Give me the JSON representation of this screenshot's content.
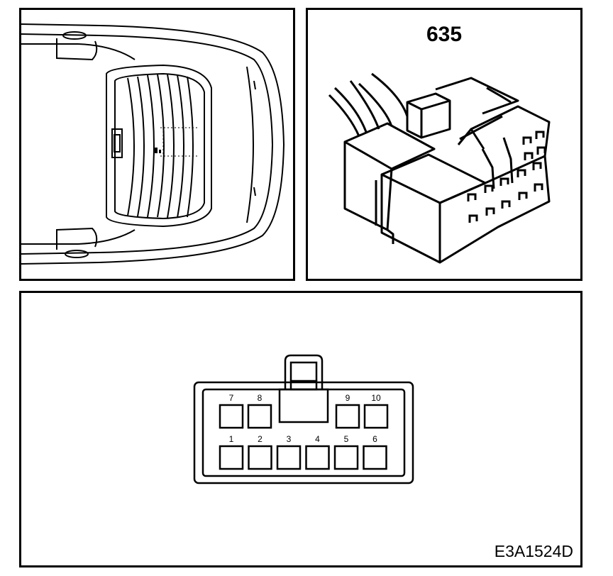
{
  "connector": {
    "number": "635"
  },
  "pinout": {
    "top_row": [
      "7",
      "8",
      "9",
      "10"
    ],
    "bottom_row": [
      "1",
      "2",
      "3",
      "4",
      "5",
      "6"
    ]
  },
  "reference_code": "E3A1524D",
  "colors": {
    "line": "#000000",
    "background": "#ffffff"
  }
}
